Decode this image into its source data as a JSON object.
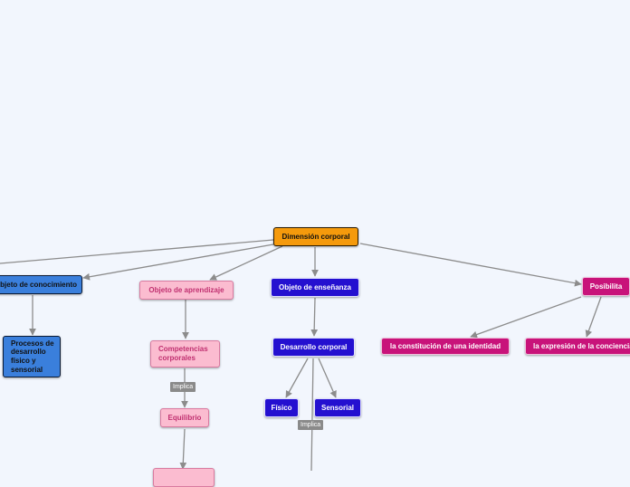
{
  "nodes": {
    "root": "Dimensión corporal",
    "conocimiento": "Objeto de conocimiento",
    "procesos": "Procesos de desarrollo físico y sensorial",
    "aprendizaje": "Objeto de aprendizaje",
    "competencias": "Competencias corporales",
    "equilibrio": "Equilibrio",
    "ensenanza": "Objeto de enseñanza",
    "desarrollo": "Desarrollo corporal",
    "fisico": "Físico",
    "sensorial": "Sensorial",
    "posibilita": "Posibilita",
    "identidad": "la constitución de una identidad",
    "expresion": "la expresión de la conciencia"
  },
  "tags": {
    "implica_1": "Implica",
    "implica_2": "Implica"
  },
  "colors": {
    "orange": "#f59a0c",
    "blue": "#3a7fdc",
    "pink": "#fbbcd0",
    "purple": "#2410d0",
    "magenta": "#c8137a",
    "connector": "#8c8c8c"
  }
}
